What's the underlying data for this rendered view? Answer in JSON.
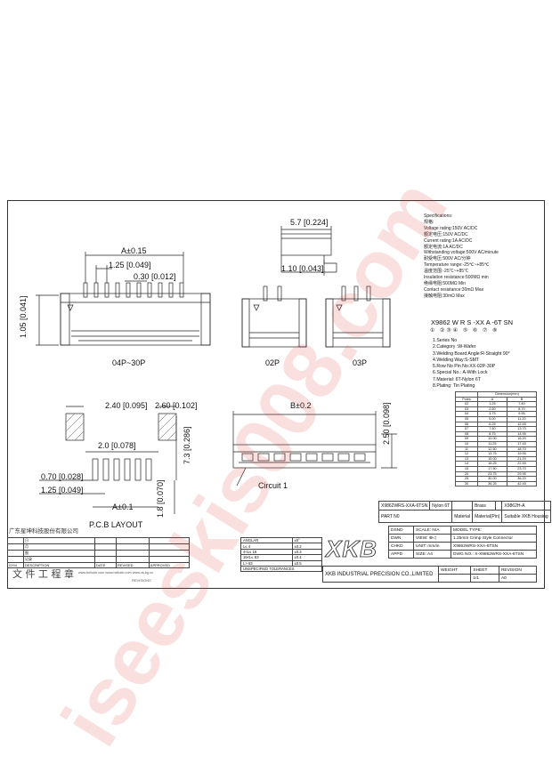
{
  "dims": {
    "top_w": "5.7 [0.224]",
    "top_a": "A±0.15",
    "top_p1": "1.25 [0.049]",
    "top_p2": "0.30 [0.012]",
    "top_h": "1.05 [0.041]",
    "top_s": "1.10 [0.043]",
    "pcb_w1": "2.40 [0.095]",
    "pcb_w2": "2.60 [0.102]",
    "pcb_w3": "2.0 [0.078]",
    "pcb_h1": "7.3 [0.286]",
    "pcb_w4": "0.70 [0.028]",
    "pcb_w5": "1.25 [0.049]",
    "pcb_a": "A±0.1",
    "pcb_h2": "1.8 [0.070]",
    "bot_b": "B±0.2",
    "bot_h": "2.50 [0.098]"
  },
  "view_labels": {
    "v1": "04P~30P",
    "v2": "02P",
    "v3": "03P",
    "pcb": "P.C.B LAYOUT",
    "circuit": "Circuit 1"
  },
  "specs": [
    "Specifications:",
    "规格:",
    "Voltage rating:150V AC/DC",
    "额定电压:150V AC/DC",
    "Current rating:1A AC/DC",
    "额定电流:1A AC/DC",
    "Withstanding voltage:500V AC/minute",
    "耐受电压:500V AC/分钟",
    "Temperature range:-25℃~+85℃",
    "温度范围:-25℃~+85℃",
    "Insulation resistance:500MΩ min",
    "绝缘电阻:500MΩ Min",
    "Contact resistance:30mΩ Max",
    "接触电阻:30mΩ Max"
  ],
  "part_number": {
    "code": "X9862  W  R  S  -XX  A  -6T  SN",
    "circled": "① ②③④ ⑤ ⑥ ⑦ ⑧"
  },
  "notes": [
    "1.Series No",
    "2.Category :W-Wafer",
    "3.Welding Board Angle:R-Straight 90°",
    "4.Welding Way:S-SMT",
    "5.Row No Pin No:XX-02P-30P",
    "6.Special No.: A-With Lock",
    "7.Material:  6T-Nylon 6T",
    "8.Plating:  Tin Plating"
  ],
  "dim_table": {
    "header": "Dimension(mm)",
    "cols": [
      "Poles",
      "A",
      "B"
    ],
    "rows": [
      [
        "02",
        "1.25",
        "7.45"
      ],
      [
        "03",
        "2.50",
        "8.70"
      ],
      [
        "04",
        "3.75",
        "9.95"
      ],
      [
        "05",
        "5.00",
        "11.20"
      ],
      [
        "06",
        "6.25",
        "12.45"
      ],
      [
        "07",
        "7.50",
        "13.70"
      ],
      [
        "08",
        "8.75",
        "14.95"
      ],
      [
        "09",
        "10.00",
        "16.20"
      ],
      [
        "10",
        "11.25",
        "17.45"
      ],
      [
        "11",
        "12.50",
        "18.70"
      ],
      [
        "12",
        "13.75",
        "19.95"
      ],
      [
        "13",
        "15.00",
        "21.20"
      ],
      [
        "14",
        "16.25",
        "22.45"
      ],
      [
        "15",
        "17.50",
        "23.70"
      ],
      [
        "20",
        "23.75",
        "29.95"
      ],
      [
        "25",
        "30.00",
        "36.20"
      ],
      [
        "30",
        "36.25",
        "42.45"
      ]
    ]
  },
  "material_table": {
    "r1": [
      "X9862WRS-XXA-6TSN",
      "Nylon 6T",
      "",
      "Brass",
      "",
      "X9862H-A"
    ],
    "r2": [
      "PART N0",
      "Material",
      "Material(Pin)",
      "Suitable XKB Housing"
    ]
  },
  "title_block": {
    "dsnd": "DSND",
    "dwn": "DWN",
    "chkd": "CHKD",
    "appd": "APPD",
    "scale": "SCALE: N/A",
    "view": "VIEW:",
    "unit": "UNIT: mm/in",
    "size": "SIZE: A4",
    "model_type_label": "MODEL TYPE:",
    "model_type": "1.25mm Crimp Style Connector",
    "model_no": "X9862WRS-XXA-6TSN",
    "dwg_no_label": "DWG NO.:",
    "dwg_no": "X-X9862WRS-XXA-6TSN",
    "company": "XKB INDUSTRIAL PRECISION CO.,LIMITED",
    "logo": "XKB",
    "weight": "WEIGHT",
    "sheet": "SHEET",
    "revision": "REVISION",
    "sheet_val": "1/1",
    "revision_val": "A0"
  },
  "tolerances": {
    "header": [
      "ANGLAR",
      "±5°"
    ],
    "rows": [
      [
        "L≤ 4",
        "±0.2"
      ],
      [
        "4<L≤ 16",
        "±0.3"
      ],
      [
        "16<L≤ 63",
        "±0.4"
      ],
      [
        "L> 63",
        "±0.5"
      ]
    ],
    "footer": "UNSPECIFIED TOLERANCES"
  },
  "revision_block": {
    "company_cn": "广东星坤科技股份有限公司",
    "rows": [
      [
        "",
        "日",
        "",
        ""
      ],
      [
        "",
        "月",
        "",
        ""
      ],
      [
        "",
        "图",
        "",
        ""
      ],
      [
        "",
        "记录",
        "",
        ""
      ]
    ],
    "header": [
      "SYM",
      "DESCRIPTION",
      "DATE",
      "REVISED",
      "APPROVED"
    ],
    "doc_stamp": "文 件 工 程 章",
    "url_note": "www.hellokb.com  www.hellokb.com  www.xk-kg.cn",
    "rev_label": "REVISIONS"
  },
  "watermark": "iseeskis008.com",
  "colors": {
    "line": "#222222",
    "watermark": "#e23a3a"
  }
}
